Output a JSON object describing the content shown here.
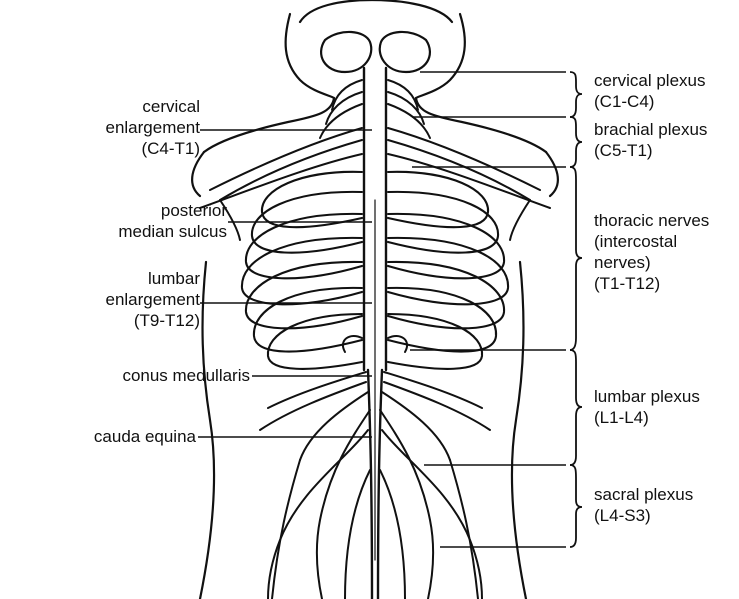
{
  "left_labels": {
    "cervical_enlargement": {
      "line1": "cervical",
      "line2": "enlargement",
      "line3": "(C4-T1)"
    },
    "posterior_median_sulcus": {
      "line1": "posterior",
      "line2": "median sulcus"
    },
    "lumbar_enlargement": {
      "line1": "lumbar",
      "line2": "enlargement",
      "line3": "(T9-T12)"
    },
    "conus_medullaris": {
      "line1": "conus medullaris"
    },
    "cauda_equina": {
      "line1": "cauda equina"
    }
  },
  "right_labels": {
    "cervical_plexus": {
      "line1": "cervical plexus",
      "line2": "(C1-C4)"
    },
    "brachial_plexus": {
      "line1": "brachial plexus",
      "line2": "(C5-T1)"
    },
    "thoracic_nerves": {
      "line1": "thoracic nerves",
      "line2": "(intercostal",
      "line3": "nerves)",
      "line4": "(T1-T12)"
    },
    "lumbar_plexus": {
      "line1": "lumbar plexus",
      "line2": "(L1-L4)"
    },
    "sacral_plexus": {
      "line1": "sacral plexus",
      "line2": "(L4-S3)"
    }
  }
}
